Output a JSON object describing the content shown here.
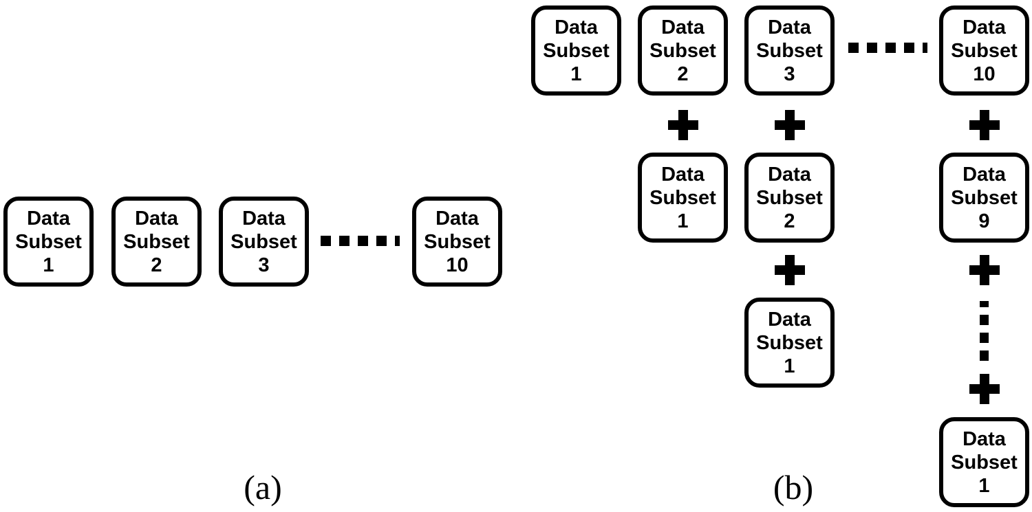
{
  "canvas": {
    "background": "#ffffff",
    "ink": "#000000"
  },
  "icons": {
    "plus": "plus-icon",
    "horizontal_ellipsis": "ellipsis-horizontal-icon",
    "vertical_ellipsis": "ellipsis-vertical-icon"
  },
  "panel_a": {
    "label": "(a)",
    "boxes": [
      {
        "line1": "Data",
        "line2": "Subset",
        "line3": "1"
      },
      {
        "line1": "Data",
        "line2": "Subset",
        "line3": "2"
      },
      {
        "line1": "Data",
        "line2": "Subset",
        "line3": "3"
      },
      {
        "line1": "Data",
        "line2": "Subset",
        "line3": "10"
      }
    ]
  },
  "panel_b": {
    "label": "(b)",
    "operator": "+",
    "col1": {
      "row1": {
        "line1": "Data",
        "line2": "Subset",
        "line3": "1"
      }
    },
    "col2": {
      "row1": {
        "line1": "Data",
        "line2": "Subset",
        "line3": "2"
      },
      "row2": {
        "line1": "Data",
        "line2": "Subset",
        "line3": "1"
      }
    },
    "col3": {
      "row1": {
        "line1": "Data",
        "line2": "Subset",
        "line3": "3"
      },
      "row2": {
        "line1": "Data",
        "line2": "Subset",
        "line3": "2"
      },
      "row3": {
        "line1": "Data",
        "line2": "Subset",
        "line3": "1"
      }
    },
    "col10": {
      "row1": {
        "line1": "Data",
        "line2": "Subset",
        "line3": "10"
      },
      "row2": {
        "line1": "Data",
        "line2": "Subset",
        "line3": "9"
      },
      "row4": {
        "line1": "Data",
        "line2": "Subset",
        "line3": "1"
      }
    }
  }
}
